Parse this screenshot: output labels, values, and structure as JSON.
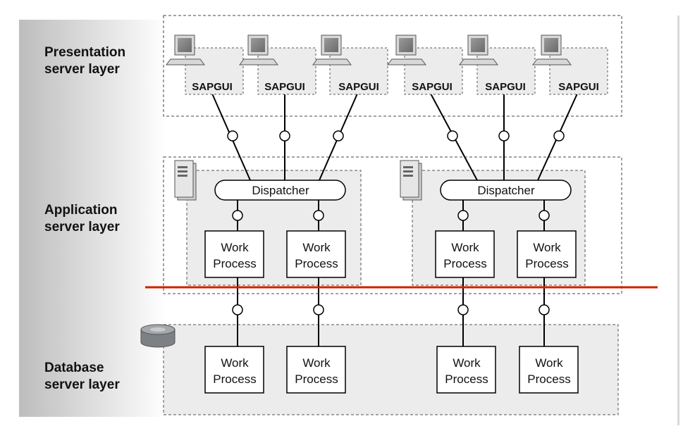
{
  "layers": {
    "presentation": {
      "line1": "Presentation",
      "line2": "server layer"
    },
    "application": {
      "line1": "Application",
      "line2": "server layer"
    },
    "database": {
      "line1": "Database",
      "line2": "server layer"
    }
  },
  "sapgui_label": "SAPGUI",
  "dispatcher_label": "Dispatcher",
  "work_process": {
    "line1": "Work",
    "line2": "Process"
  },
  "colors": {
    "panel_bg": "#ececec",
    "line": "#000000",
    "divider": "#cc2200",
    "dashed_border": "#444444"
  },
  "icons": [
    "computer-icon",
    "server-icon",
    "database-icon"
  ]
}
